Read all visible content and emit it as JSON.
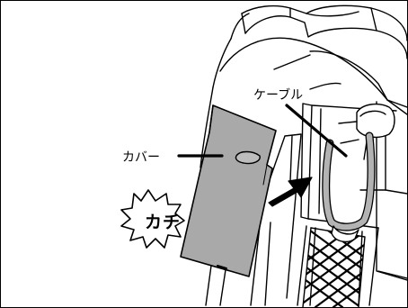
{
  "labels": {
    "cable": "ケーブル",
    "cover": "カバー",
    "click_sound": "カチ"
  },
  "colors": {
    "line": "#000000",
    "cover_fill": "#a9a9a9",
    "cable_fill": "#b3b3b3",
    "background": "#ffffff"
  },
  "icons": {
    "arrow": "insert-direction-arrow",
    "burst": "click-burst-icon"
  }
}
